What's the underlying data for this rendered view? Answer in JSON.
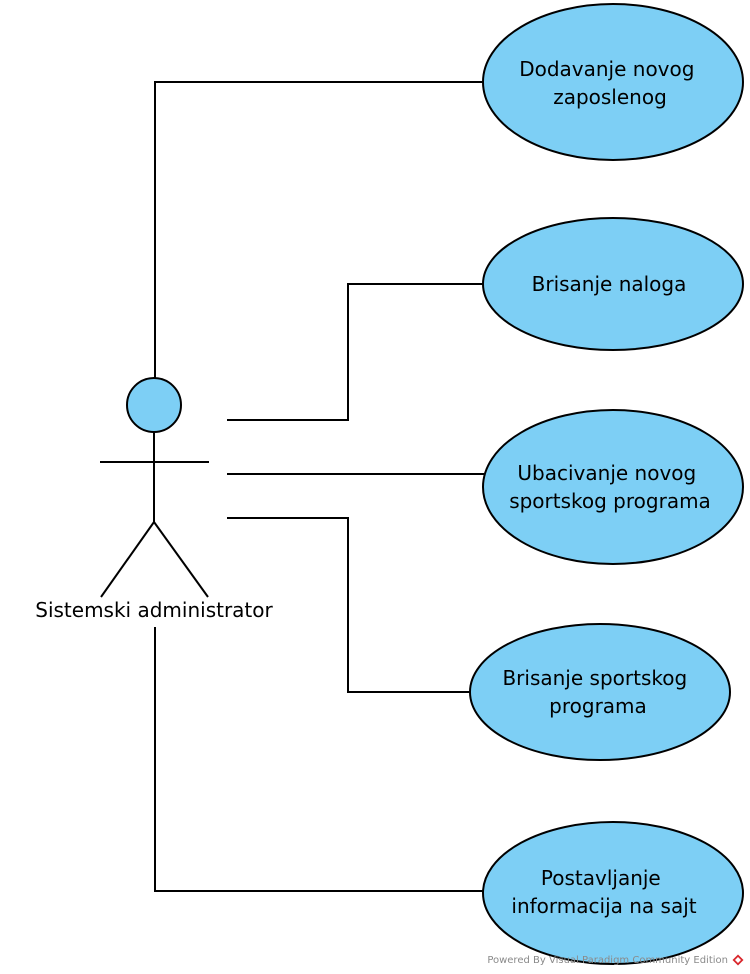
{
  "colors": {
    "fill": "#7dcff5",
    "stroke": "#000000",
    "logo": "#d9262c"
  },
  "actor": {
    "name": "Sistemski administrator"
  },
  "use_cases": [
    {
      "lines": [
        "Dodavanje novog",
        "zaposlenog"
      ]
    },
    {
      "lines": [
        "Brisanje naloga"
      ]
    },
    {
      "lines": [
        "Ubacivanje novog",
        "sportskog programa"
      ]
    },
    {
      "lines": [
        "Brisanje sportskog",
        "programa"
      ]
    },
    {
      "lines": [
        "Postavljanje",
        "informacija na sajt"
      ]
    }
  ],
  "footer": {
    "text": "Powered By Visual Paradigm Community Edition",
    "logo_icon": "visual-paradigm-logo-icon"
  }
}
